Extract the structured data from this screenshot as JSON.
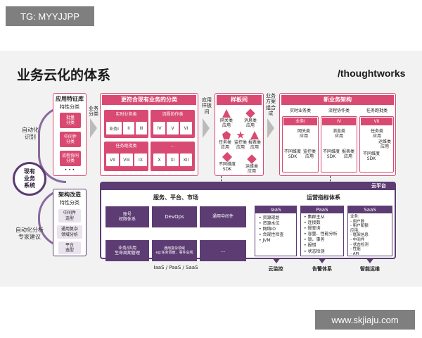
{
  "watermark_top": "TG: MYYJJPP",
  "watermark_bottom": "www.skjiaju.com",
  "title": "业务云化的体系",
  "logo": "/thoughtworks",
  "left": {
    "label_top": "自动化\n识别",
    "label_circle": "现有\n业务\n系统",
    "label_bottom": "自动化分析\n专家建议"
  },
  "feat_lib": {
    "title": "应用特征库",
    "subtitle": "特性分类",
    "items": [
      "批量\n分类",
      "中间件\n分类",
      "流程协同\n分类"
    ],
    "more": "• • •"
  },
  "biz_cat_arrow": "业务\n分类",
  "fit": {
    "title": "更符合现有业务的分类",
    "sub1": "实时业务类",
    "row1": [
      "业务I",
      "II",
      "III"
    ],
    "sub2": "流程协作类",
    "row2": [
      "IV",
      "V",
      "VI"
    ],
    "sub3": "任务跑批类",
    "row3": [
      "VII",
      "VIII",
      "IX"
    ],
    "sub4": "...",
    "row4": [
      "X",
      "XI",
      "XII"
    ]
  },
  "app_arrow": "应用\n样板\n间",
  "sample": {
    "title": "样板间",
    "items": [
      "网关类\n应用",
      "消息类\n应用",
      "任务类\n应用",
      "监控类\n应用",
      "报表类\n应用",
      "运维类\n应用",
      "不同维度\nSDK"
    ]
  },
  "plan_arrow": "业务\n方案\n组合\n成",
  "newarch": {
    "title": "新业务架构",
    "cols": [
      {
        "name": "实时业务类",
        "tag": "业务I",
        "items": [
          "网关类\n应用",
          "不同维度\nSDK",
          "监控类\n应用"
        ]
      },
      {
        "name": "流程协作类",
        "tag": "IV",
        "items": [
          "消息类\n应用",
          "不同维度\nSDK",
          "报表类\n应用"
        ]
      },
      {
        "name": "任务跑批类",
        "tag": "VII",
        "items": [
          "任务类\n应用",
          "运维类\n应用",
          "不同维度\nSDK"
        ]
      }
    ]
  },
  "arch": {
    "title": "架构改造",
    "subtitle": "特性分类",
    "items": [
      "中间件\n选型",
      "通用复杂\n领域分析",
      "平台\n选型"
    ]
  },
  "cloud": {
    "title": "云平台",
    "svc_title": "服务、平台、市场",
    "svc": [
      "账号\n权限体系",
      "DevOps",
      "通用中间件",
      "业务/应用\n生命周期管理",
      "通用复杂领域\neg:任务调度、事件总线",
      "..."
    ],
    "svc_footer": "IaaS / PaaS / SaaS",
    "ops_title": "运营指标体系",
    "iaas": {
      "name": "IaaS",
      "items": [
        "资源规划",
        "资源水位",
        "网络IO",
        "合规性检查",
        "JVM"
      ]
    },
    "paas": {
      "name": "PaaS",
      "items": [
        "集群主从",
        "连接数",
        "慢查询",
        "容量、性能分析",
        "锁、事务",
        "报错",
        "状态检测"
      ]
    },
    "saas": {
      "name": "SaaS",
      "items": [
        "业务:",
        "- 用户数",
        "- 租户配额",
        "应用:",
        "- 框架信息",
        "- 中间件",
        "- 状态检测",
        "- 性能",
        "- API"
      ]
    },
    "footers": [
      "云监控",
      "告警体系",
      "智能运维"
    ]
  }
}
